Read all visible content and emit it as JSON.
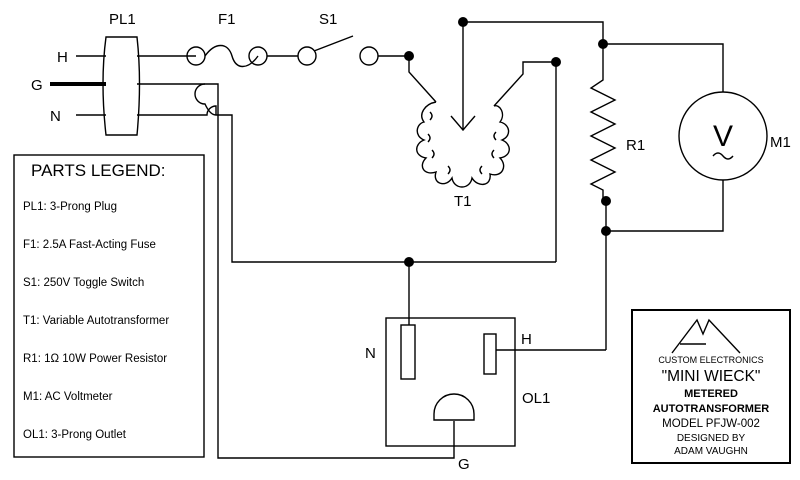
{
  "components": {
    "plug": "PL1",
    "fuse": "F1",
    "switch": "S1",
    "transformer": "T1",
    "resistor": "R1",
    "meter": "M1",
    "outlet": "OL1",
    "meter_symbol": "V"
  },
  "plug_pins": {
    "hot": "H",
    "ground": "G",
    "neutral": "N"
  },
  "outlet_pins": {
    "neutral": "N",
    "hot": "H",
    "ground": "G"
  },
  "legend": {
    "title": "PARTS LEGEND:",
    "items": [
      "PL1: 3-Prong Plug",
      "F1: 2.5A Fast-Acting Fuse",
      "S1: 250V Toggle Switch",
      "T1: Variable Autotransformer",
      "R1: 1Ω 10W Power Resistor",
      "M1: AC Voltmeter",
      "OL1: 3-Prong Outlet"
    ]
  },
  "title_block": {
    "company": "CUSTOM ELECTRONICS",
    "product": "\"MINI WIECK\"",
    "line1": "METERED",
    "line2": "AUTOTRANSFORMER",
    "model": "MODEL PFJW-002",
    "designed_by": "DESIGNED BY",
    "designer": "ADAM VAUGHN"
  }
}
